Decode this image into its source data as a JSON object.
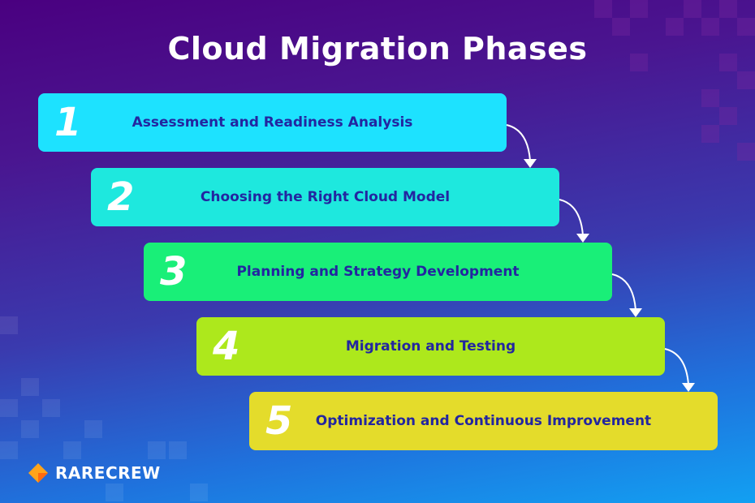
{
  "title": "Cloud Migration Phases",
  "steps": [
    {
      "number": "1",
      "label": "Assessment and Readiness Analysis",
      "color": "#1de2ff"
    },
    {
      "number": "2",
      "label": "Choosing the Right Cloud Model",
      "color": "#1ee8de"
    },
    {
      "number": "3",
      "label": "Planning and Strategy Development",
      "color": "#19ef78"
    },
    {
      "number": "4",
      "label": "Migration and Testing",
      "color": "#ade81c"
    },
    {
      "number": "5",
      "label": "Optimization and Continuous Improvement",
      "color": "#e4dc2b"
    }
  ],
  "brand": {
    "name": "RARECREW"
  }
}
